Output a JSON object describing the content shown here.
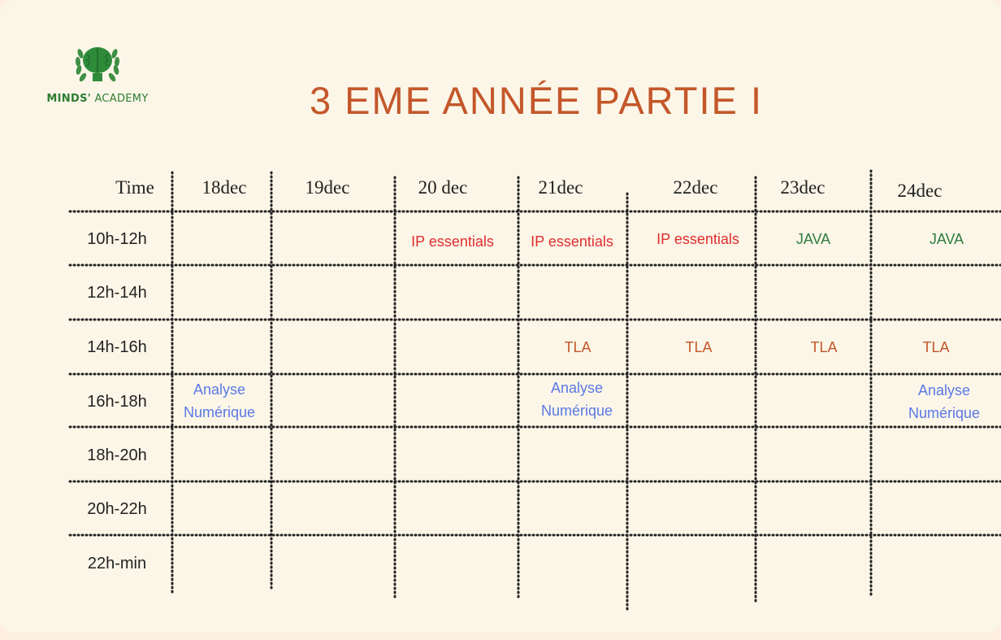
{
  "logo": {
    "text_bold": "MINDS'",
    "text_regular": " ACADEMY",
    "icon": "brain-laurel-icon"
  },
  "title": "3 EME ANNÉE  PARTIE I",
  "schedule": {
    "time_header": "Time",
    "days": [
      "18dec",
      "19dec",
      "20 dec",
      "21dec",
      "22dec",
      "23dec",
      "24dec"
    ],
    "times": [
      "10h-12h",
      "12h-14h",
      "14h-16h",
      "16h-18h",
      "18h-20h",
      "20h-22h",
      "22h-min"
    ],
    "events": {
      "ip1": "IP essentials",
      "ip2": "IP essentials",
      "ip3": "IP essentials",
      "java1": "JAVA",
      "java2": "JAVA",
      "tla1": "TLA",
      "tla2": "TLA",
      "tla3": "TLA",
      "tla4": "TLA",
      "an1_l1": "Analyse",
      "an1_l2": "Numérique",
      "an2_l1": "Analyse",
      "an2_l2": "Numérique",
      "an3_l1": "Analyse",
      "an3_l2": "Numérique"
    }
  },
  "colors": {
    "title": "#c4572a",
    "ip": "#e02e2e",
    "java": "#2e7d3e",
    "tla": "#c4572a",
    "analyse": "#5b78e6",
    "logo": "#2e7d32"
  }
}
